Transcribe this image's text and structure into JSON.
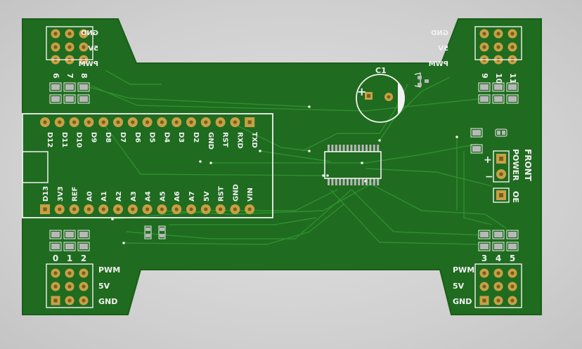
{
  "board": {
    "colors": {
      "pcb": "#1f6b1f",
      "trace": "#2d8a2d",
      "silk": "#f2f2f2",
      "pad": "#c8a045",
      "pad_dark": "#7a5d1e",
      "smd": "#b8b8b8"
    },
    "top_left": {
      "labels": [
        "GND",
        "5V",
        "PWM"
      ],
      "numbers": [
        "6",
        "7",
        "8"
      ]
    },
    "top_right": {
      "labels": [
        "GND",
        "5V",
        "PWM"
      ],
      "numbers": [
        "9",
        "10",
        "11"
      ]
    },
    "bottom_left": {
      "labels": [
        "PWM",
        "5V",
        "GND"
      ],
      "numbers": [
        "0",
        "1",
        "2"
      ]
    },
    "bottom_right": {
      "labels": [
        "PWM",
        "5V",
        "GND"
      ],
      "numbers": [
        "3",
        "4",
        "5"
      ]
    },
    "capacitor": {
      "label": "C1",
      "plus": "+"
    },
    "mcu_top_pins": [
      "D12",
      "D11",
      "D10",
      "D9",
      "D8",
      "D7",
      "D6",
      "D5",
      "D4",
      "D3",
      "D2",
      "GND",
      "RST",
      "RXD",
      "TXD"
    ],
    "mcu_bottom_pins": [
      "D13",
      "3V3",
      "REF",
      "A0",
      "A1",
      "A2",
      "A3",
      "A4",
      "A5",
      "A6",
      "A7",
      "5V",
      "RST",
      "GND",
      "VIN"
    ],
    "power": {
      "front": "FRONT",
      "power": "POWER",
      "plus": "+",
      "minus": "−",
      "oe": "OE"
    }
  }
}
